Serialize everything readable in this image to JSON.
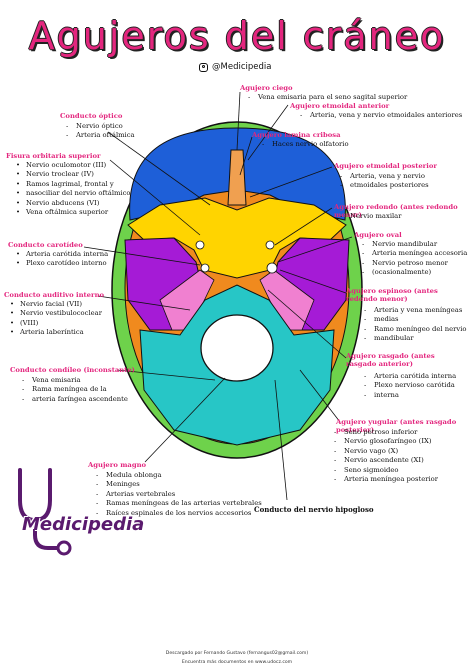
{
  "title": "Agujeros del cráneo",
  "brand": "@Medicipedia",
  "logo": "Medicipedia",
  "colors": {
    "accent": "#e3267e",
    "blue": "#1e5fd8",
    "yellow": "#ffd400",
    "purple": "#a51bd6",
    "teal": "#27c6c6",
    "green": "#6ed24b",
    "orange": "#f08a1e"
  },
  "foramina": [
    {
      "id": "ciego",
      "label": "Agujero ciego",
      "items": [
        "Vena emisaria para el seno sagital superior"
      ]
    },
    {
      "id": "etmoidal-anterior",
      "label": "Agujero etmoidal anterior",
      "items": [
        "Arteria, vena y nervio etmoidales anteriores"
      ]
    },
    {
      "id": "lamina-cribosa",
      "label": "Agujero lamina cribosa",
      "items": [
        "Haces nervio olfatorio"
      ]
    },
    {
      "id": "etmoidal-posterior",
      "label": "Agujero etmoidal posterior",
      "items": [
        "Arteria, vena y nervio",
        "etmoidales posteriores"
      ]
    },
    {
      "id": "redondo",
      "label": "Agujero redondo (antes redondo menor)",
      "items": [
        "Nervio maxilar"
      ]
    },
    {
      "id": "oval",
      "label": "Agujero oval",
      "items": [
        "Nervio mandibular",
        "Arteria meníngea accesoria",
        "Nervio petroso menor",
        "(ocasionalmente)"
      ]
    },
    {
      "id": "espinoso",
      "label": "Agujero espinoso (antes redondo menor)",
      "items": [
        "Arteria y vena meníngeas",
        "medias",
        "Ramo meníngeo del nervio",
        "mandibular"
      ]
    },
    {
      "id": "rasgado",
      "label": "Agujero rasgado (antes rasgado anterior)",
      "items": [
        "Arteria carótida interna",
        "Plexo nervioso carótida",
        "interna"
      ]
    },
    {
      "id": "yugular",
      "label": "Agujero yugular (antes rasgado posterior)",
      "items": [
        "Seno petroso inferior",
        "Nervio glosofaríngeo (IX)",
        "Nervio vago (X)",
        "Nervio ascendente (XI)",
        "Seno sigmoideo",
        "Arteria meníngea posterior"
      ]
    },
    {
      "id": "optico",
      "label": "Conducto óptico",
      "items": [
        "Nervio óptico",
        "Arteria oftálmica"
      ]
    },
    {
      "id": "fisura",
      "label": "Fisura orbitaria superior",
      "items": [
        "Nervio oculomotor (III)",
        "Nervio troclear (IV)",
        "Ramos lagrimal, frontal y",
        "nasociliar del nervio oftálmico",
        "Nervio abducens (VI)",
        "Vena oftálmica superior"
      ]
    },
    {
      "id": "carotideo",
      "label": "Conducto carotídeo",
      "items": [
        "Arteria carótida interna",
        "Plexo carotídeo interno"
      ]
    },
    {
      "id": "auditivo",
      "label": "Conducto auditivo interno",
      "items": [
        "Nervio facial (VII)",
        "Nervio vestibulococlear",
        "(VIII)",
        "Arteria laberíntica"
      ]
    },
    {
      "id": "condileo",
      "label": "Conducto condíleo (inconstante)",
      "items": [
        "Vena emisaria",
        "Rama meníngea de la",
        "arteria faríngea ascendente"
      ]
    },
    {
      "id": "magno",
      "label": "Agujero magno",
      "items": [
        "Medula oblonga",
        "Meninges",
        "Arterias vertebrales",
        "Ramas meníngeas de las arterias vertebrales",
        "Raíces espinales de los nervios accesorios"
      ]
    }
  ],
  "hipogloso": "Conducto del nervio hipogloso",
  "footer": {
    "line1": "Descargado por Fernando Gustavo (fernangus02@gmail.com)",
    "line2": "Encuentra más documentos en www.udocz.com"
  }
}
